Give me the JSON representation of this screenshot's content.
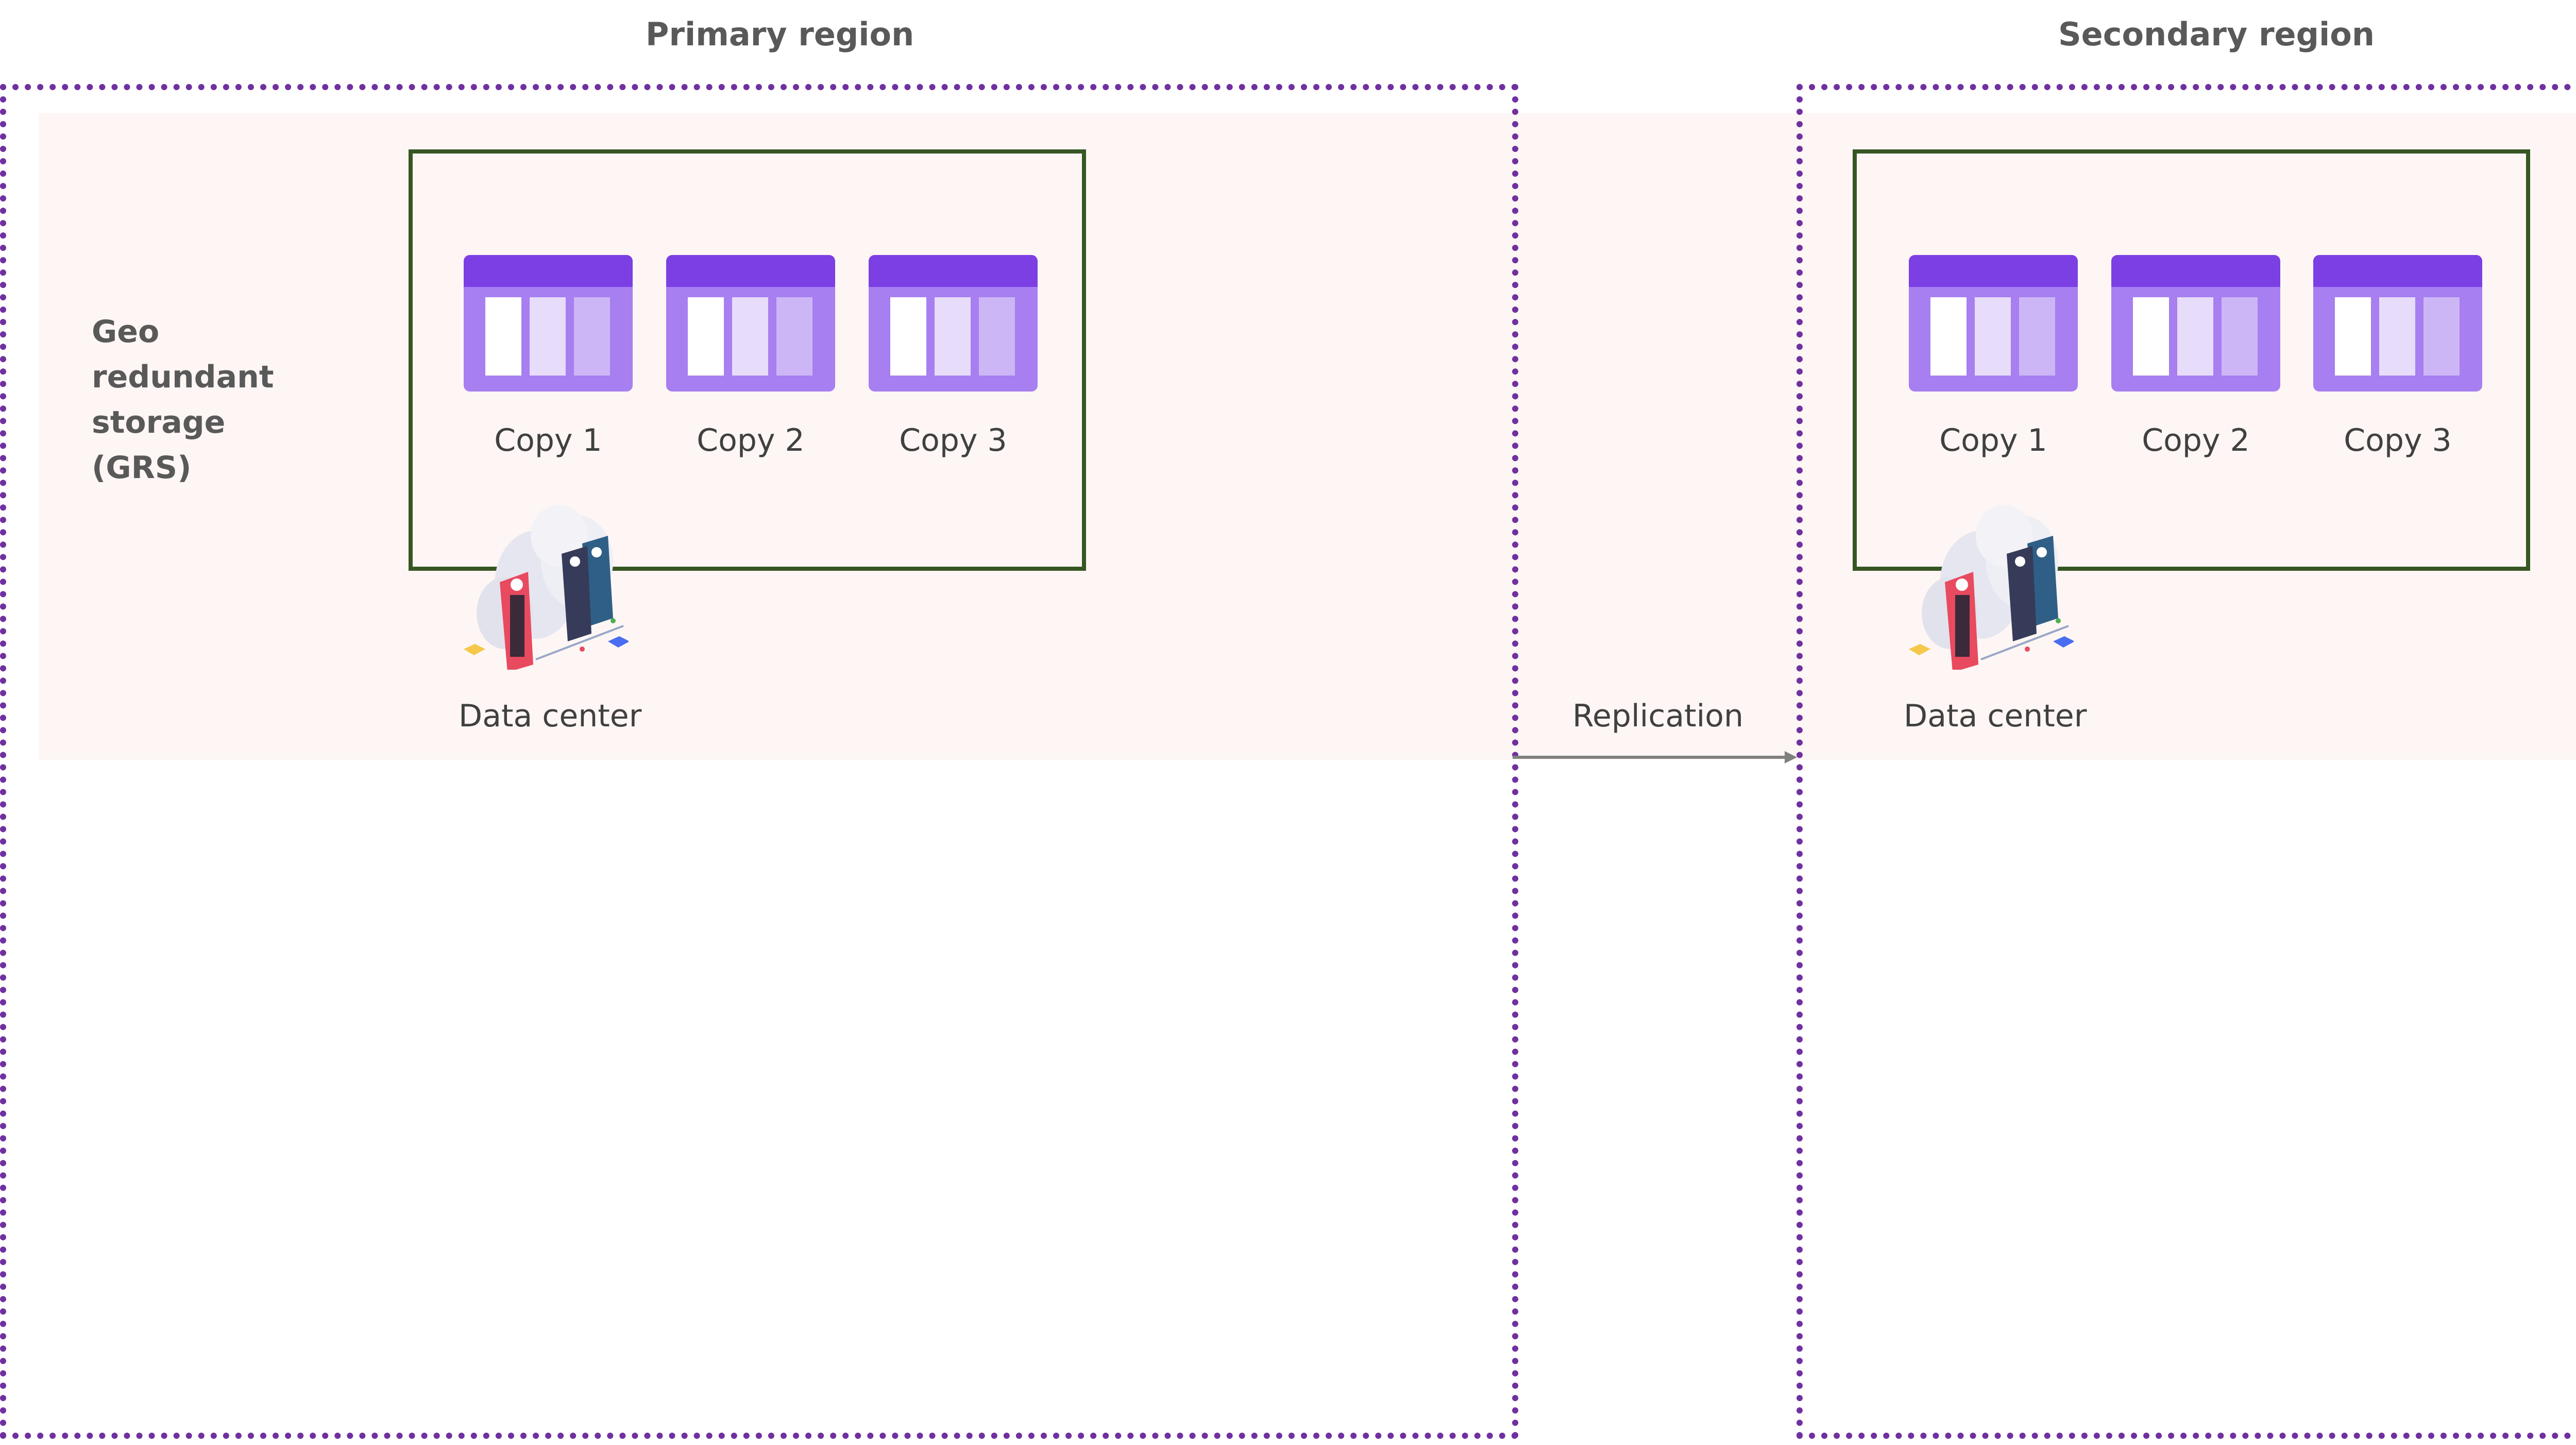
{
  "regions": {
    "primary": {
      "title": "Primary region"
    },
    "secondary": {
      "title": "Secondary region"
    }
  },
  "grs_label": [
    "Geo",
    "redundant",
    "storage",
    "(GRS)"
  ],
  "primary_copies": [
    "Copy 1",
    "Copy 2",
    "Copy 3"
  ],
  "secondary_copies": [
    "Copy 1",
    "Copy 2",
    "Copy 3"
  ],
  "primary_datacenter": "Data center",
  "secondary_datacenter": "Data center",
  "replication": "Replication",
  "colors": {
    "region_border": "#7030a0",
    "copies_border": "#375623",
    "band_fill": "#fdf6f4",
    "storage_header": "#7b3fe4",
    "storage_body": "#a77ff0"
  },
  "icons": {
    "storage": "storage-table-icon",
    "datacenter": "datacenter-cloud-icon"
  }
}
